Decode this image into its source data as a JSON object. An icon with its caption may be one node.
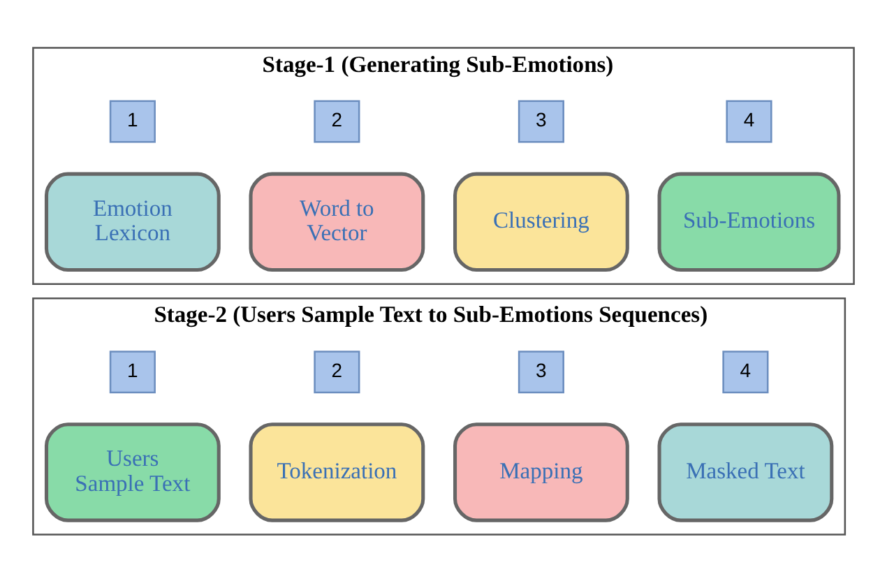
{
  "diagram": {
    "nodes": [
      {
        "text": [
          "Stage-1 (Generating Sub-Emotions)"
        ]
      },
      {
        "text": [
          "1"
        ],
        "in": 0
      },
      {
        "text": [
          "2"
        ],
        "in": 0
      },
      {
        "text": [
          "3"
        ],
        "in": 0
      },
      {
        "text": [
          "4"
        ],
        "in": 0
      },
      {
        "text": [
          "Emotion Lexicon"
        ],
        "in": 0
      },
      {
        "text": [
          "Word to Vector"
        ],
        "in": 0
      },
      {
        "text": [
          "Clustering"
        ],
        "in": 0
      },
      {
        "text": [
          "Sub-Emotions"
        ],
        "in": 0
      },
      {
        "text": [
          "Stage-2 (Users Sample Text to Sub-Emotions Sequences)"
        ]
      },
      {
        "text": [
          "1"
        ],
        "in": 9
      },
      {
        "text": [
          "2"
        ],
        "in": 9
      },
      {
        "text": [
          "3"
        ],
        "in": 9
      },
      {
        "text": [
          "4"
        ],
        "in": 9
      },
      {
        "text": [
          "Users Sample Text"
        ],
        "in": 9
      },
      {
        "text": [
          "Tokenization"
        ],
        "in": 9
      },
      {
        "text": [
          "Mapping"
        ],
        "in": 9
      },
      {
        "text": [
          "Masked Text"
        ],
        "in": 9
      }
    ],
    "edges": []
  }
}
